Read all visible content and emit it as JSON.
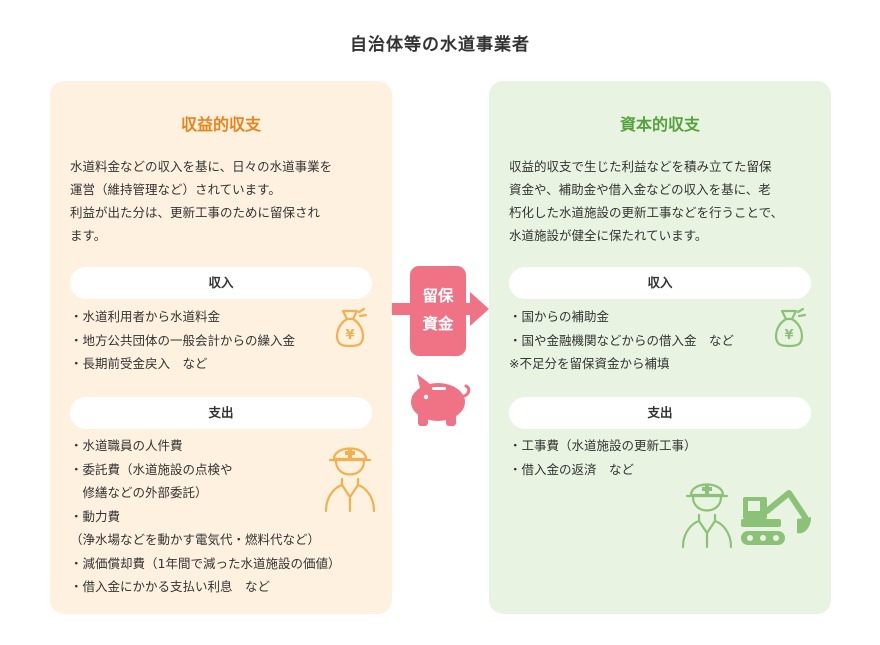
{
  "page": {
    "title": "自治体等の水道事業者"
  },
  "transfer": {
    "line1": "留保",
    "line2": "資金"
  },
  "colors": {
    "left_bg": "#fff1df",
    "left_accent": "#e9841a",
    "right_bg": "#e8f3e1",
    "right_accent": "#55a23c",
    "transfer": "#f07385"
  },
  "left": {
    "title": "収益的収支",
    "description": [
      "水道料金などの収入を基に、日々の水道事業を",
      "運営（維持管理など）されています。",
      "利益が出た分は、更新工事のために留保され",
      "ます。"
    ],
    "income_header": "収入",
    "income_items": [
      "・水道利用者から水道料金",
      "・地方公共団体の一般会計からの繰入金",
      "・長期前受金戻入　など"
    ],
    "expense_header": "支出",
    "expense_items": [
      "・水道職員の人件費",
      "・委託費（水道施設の点検や",
      "　修繕などの外部委託）",
      "・動力費",
      "（浄水場などを動かす電気代・燃料代など）",
      "・減価償却費（1年間で減った水道施設の価値）",
      "・借入金にかかる支払い利息　など"
    ]
  },
  "right": {
    "title": "資本的収支",
    "description": [
      "収益的収支で生じた利益などを積み立てた留保",
      "資金や、補助金や借入金などの収入を基に、老",
      "朽化した水道施設の更新工事などを行うことで、",
      "水道施設が健全に保たれています。"
    ],
    "income_header": "収入",
    "income_items": [
      "・国からの補助金",
      "・国や金融機関などからの借入金　など",
      "※不足分を留保資金から補填"
    ],
    "expense_header": "支出",
    "expense_items": [
      "・工事費（水道施設の更新工事）",
      "・借入金の返済　など"
    ]
  },
  "icons": [
    "money-bag-icon",
    "worker-icon",
    "piggy-bank-icon",
    "excavator-icon",
    "arrow-right-icon"
  ]
}
